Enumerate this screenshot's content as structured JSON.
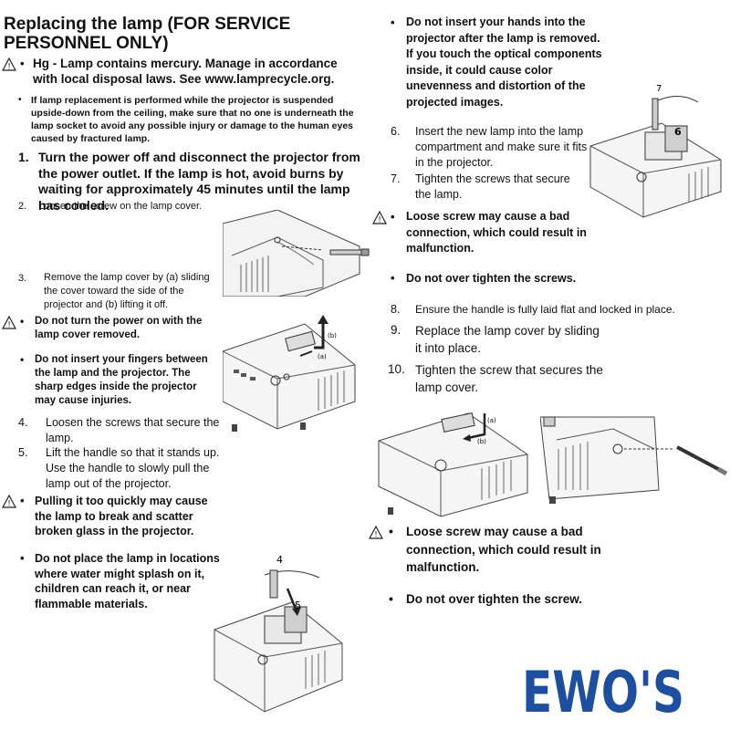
{
  "title": "Replacing the lamp (FOR SERVICE PERSONNEL ONLY)",
  "left": {
    "hg_warning": "Hg - Lamp contains mercury. Manage in accordance with local disposal laws. See www.lamprecycle.org.",
    "suspended_note": "If lamp replacement is performed while the projector is suspended upside-down from the ceiling, make sure that no one is underneath the lamp socket to avoid any possible injury or damage to the human eyes caused by fractured lamp.",
    "step1_num": "1.",
    "step1": "Turn the power off and disconnect the projector from the power outlet. If the lamp is hot, avoid burns by waiting for approximately 45 minutes until the lamp has cooled.",
    "step2_num": "2.",
    "step2": "Loosen the screw on the lamp cover.",
    "step3_num": "3.",
    "step3": "Remove the lamp cover by (a) sliding the cover toward the side of the projector and (b) lifting it off.",
    "warn_power": "Do not turn the power on with the lamp cover removed.",
    "warn_fingers": "Do not insert your fingers between the lamp and the projector. The sharp edges inside the projector may cause injuries.",
    "step4_num": "4.",
    "step4": "Loosen the screws that secure the lamp.",
    "step5_num": "5.",
    "step5": "Lift the handle so that it stands up. Use the handle to slowly pull the lamp out of the projector.",
    "warn_pull": "Pulling it too quickly may cause the lamp to break and scatter broken glass in the projector.",
    "warn_place": "Do not place the lamp in locations where water might splash on it, children can reach it, or near flammable materials."
  },
  "right": {
    "warn_hands": "Do not insert your hands into the projector after the lamp is removed. If you touch the optical components inside, it could cause color unevenness and distortion of the projected images.",
    "step6_num": "6.",
    "step6": "Insert the new lamp into the lamp compartment and make sure it fits in the projector.",
    "step7_num": "7.",
    "step7": "Tighten the screws that secure the lamp.",
    "warn_loose1": "Loose screw may cause a bad connection, which could result in malfunction.",
    "warn_tight1": "Do not over tighten the screws.",
    "step8_num": "8.",
    "step8": "Ensure the handle is fully laid flat and locked in place.",
    "step9_num": "9.",
    "step9": "Replace the lamp cover by sliding it into place.",
    "step10_num": "10.",
    "step10": "Tighten the screw that secures the lamp cover.",
    "warn_loose2": "Loose screw may cause a bad connection, which could result in malfunction.",
    "warn_tight2": "Do not over tighten the screw."
  },
  "figures": {
    "fig_a": "(a)",
    "fig_b": "(b)",
    "fig4": "4",
    "fig5": "5",
    "fig6": "6",
    "fig7": "7"
  },
  "logo": {
    "text": "EWO'S",
    "color": "#1d4fa0"
  }
}
